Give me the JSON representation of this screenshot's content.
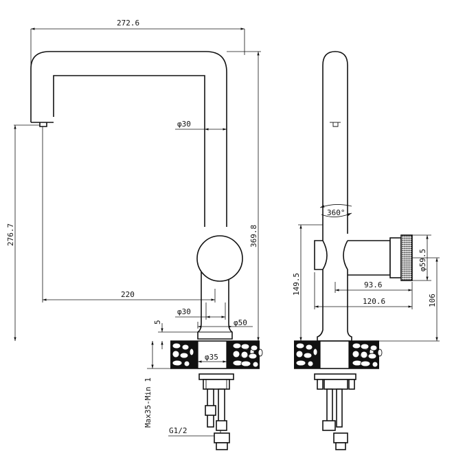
{
  "diagram": {
    "dimensions": {
      "overall_width": "272.6",
      "overall_height": "369.8",
      "spout_height": "276.7",
      "spout_reach": "220",
      "body_diameter": "φ30",
      "base_diameter_a": "φ30",
      "base_diameter_b": "φ50",
      "base_height": "5",
      "shank_diameter": "φ35",
      "deck_thickness": "Max35-Min 1",
      "connection": "G1/2",
      "rotation": "360°",
      "handle_height": "149.5",
      "handle_reach_inner": "93.6",
      "handle_reach_outer": "120.6",
      "knob_diameter": "φ59.5",
      "handle_total_height": "106"
    }
  }
}
